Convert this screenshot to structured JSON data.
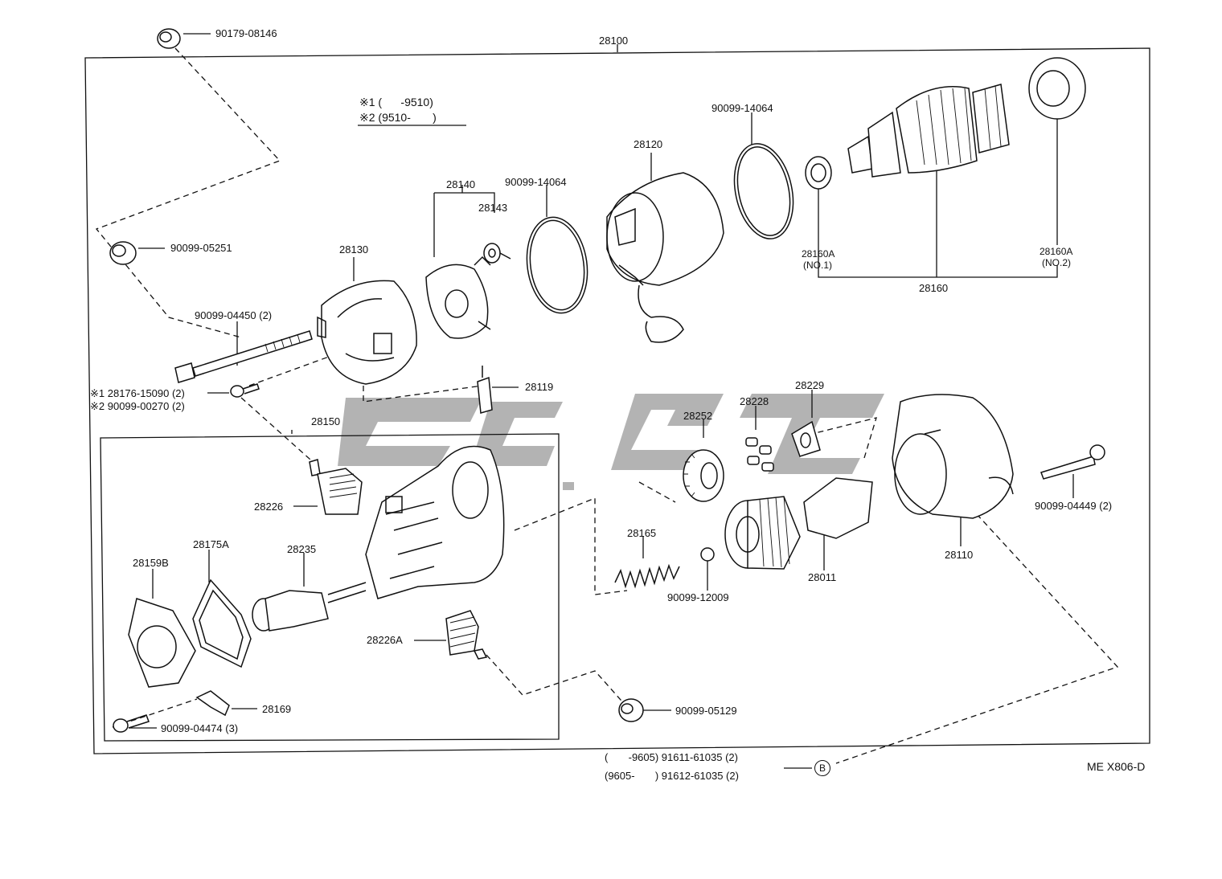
{
  "notes": {
    "note1": "※1 (      -9510)",
    "note2": "※2 (9510-       )"
  },
  "labels": {
    "p90179_08146": "90179-08146",
    "p28100": "28100",
    "p90099_05251": "90099-05251",
    "p28130": "28130",
    "p28140": "28140",
    "p28143": "28143",
    "p90099_14064_a": "90099-14064",
    "p28120": "28120",
    "p90099_14064_b": "90099-14064",
    "p28160A_1": "28160A",
    "p28160A_1_no": "(NO.1)",
    "p28160A_2": "28160A",
    "p28160A_2_no": "(NO.2)",
    "p28160": "28160",
    "p90099_04450": "90099-04450 (2)",
    "p28176_15090": "※1 28176-15090 (2)",
    "p90099_00270": "※2 90099-00270 (2)",
    "p28119": "28119",
    "p28150": "28150",
    "p28228": "28228",
    "p28229": "28229",
    "p28252": "28252",
    "p28226": "28226",
    "p28175A": "28175A",
    "p28235": "28235",
    "p28159B": "28159B",
    "p28165": "28165",
    "p90099_12009": "90099-12009",
    "p28011": "28011",
    "p28110": "28110",
    "p90099_04449": "90099-04449 (2)",
    "p28226A": "28226A",
    "p28169": "28169",
    "p90099_04474": "90099-04474 (3)",
    "p90099_05129": "90099-05129",
    "p91611": "(       -9605) 91611-61035 (2)",
    "p91612": "(9605-       ) 91612-61035 (2)",
    "circle_b": "B",
    "ref": "ME X806-D"
  }
}
